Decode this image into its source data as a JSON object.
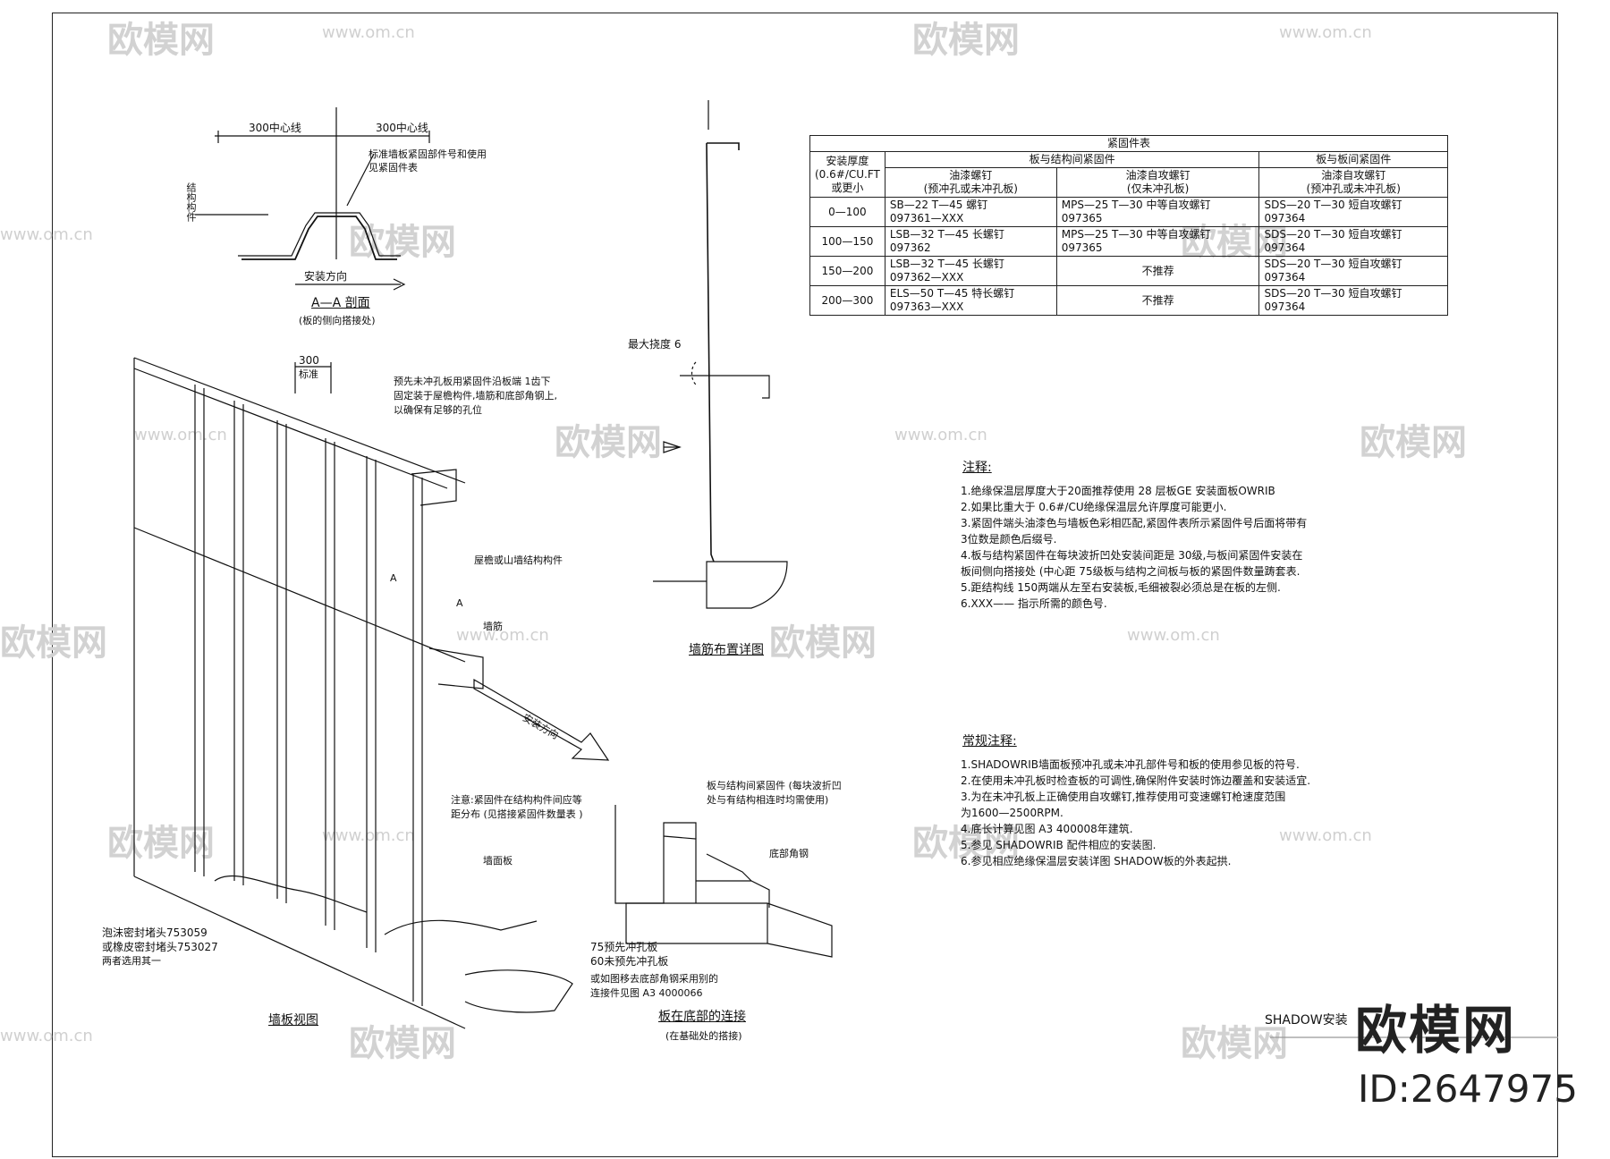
{
  "watermark": {
    "brand": "欧模网",
    "site": "www.om.cn"
  },
  "section_aa": {
    "dim_left": "300中心线",
    "dim_right": "300中心线",
    "note_line1": "标准墙板紧固部件号和使用",
    "note_line2": "见紧固件表",
    "side_label": "结构构件",
    "direction": "安装方向",
    "title": "A—A 剖面",
    "subtitle": "(板的侧向搭接处)"
  },
  "wall_view": {
    "dim_top": "300",
    "dim_top_sub": "标准",
    "note_prepunch_1": "预先未冲孔板用紧固件沿板端 1齿下",
    "note_prepunch_2": "固定装于屋檐构件,墙筋和底部角钢上,",
    "note_prepunch_3": "以确保有足够的孔位",
    "label_eave": "屋檐或山墙结构构件",
    "label_section_a1": "A",
    "label_section_a2": "A",
    "label_girt": "墙筋",
    "label_direction": "安装方向",
    "note_fastener_1": "注意:紧固件在结构构件间应等",
    "note_fastener_2": "距分布 (见搭接紧固件数量表 )",
    "label_panel": "墙面板",
    "seal_1": "泡沫密封堵头753059",
    "seal_2": "或橡皮密封堵头753027",
    "seal_3": "两者选用其一",
    "title": "墙板视图"
  },
  "base_detail": {
    "note_1": "板与结构间紧固件 (每块波折凹",
    "note_2": "处与有结构相连时均需使用)",
    "label_angle": "底部角钢",
    "label_75": "75预先冲孔板",
    "label_60": "60未预先冲孔板",
    "note_alt_1": "或如图移去底部角钢采用别的",
    "note_alt_2": "连接件见图 A3 4000066",
    "title": "板在底部的连接",
    "subtitle": "(在基础处的搭接)"
  },
  "girt_detail": {
    "label_deflection": "最大挠度 6",
    "title": "墙筋布置详图"
  },
  "fastener_table": {
    "title": "紧固件表",
    "col_thickness": [
      "安装厚度",
      "(0.6#/CU.FT",
      "或更小"
    ],
    "col_group1": "板与结构间紧固件",
    "col_group2": "板与板间紧固件",
    "sub1": [
      "油漆螺钉",
      "(预冲孔或未冲孔板)"
    ],
    "sub2": [
      "油漆自攻螺钉",
      "(仅未冲孔板)"
    ],
    "sub3": [
      "油漆自攻螺钉",
      "(预冲孔或未冲孔板)"
    ],
    "rows": [
      {
        "range": "0—100",
        "c1": [
          "SB—22 T—45 螺钉",
          "097361—XXX"
        ],
        "c2": [
          "MPS—25 T—30 中等自攻螺钉",
          "097365"
        ],
        "c3": [
          "SDS—20 T—30 短自攻螺钉",
          "097364"
        ]
      },
      {
        "range": "100—150",
        "c1": [
          "LSB—32 T—45 长螺钉",
          "097362"
        ],
        "c2": [
          "MPS—25 T—30 中等自攻螺钉",
          "097365"
        ],
        "c3": [
          "SDS—20 T—30 短自攻螺钉",
          "097364"
        ]
      },
      {
        "range": "150—200",
        "c1": [
          "LSB—32 T—45 长螺钉",
          "097362—XXX"
        ],
        "c2": [
          "不推荐"
        ],
        "c3": [
          "SDS—20 T—30 短自攻螺钉",
          "097364"
        ]
      },
      {
        "range": "200—300",
        "c1": [
          "ELS—50 T—45 特长螺钉",
          "097363—XXX"
        ],
        "c2": [
          "不推荐"
        ],
        "c3": [
          "SDS—20 T—30 短自攻螺钉",
          "097364"
        ]
      }
    ]
  },
  "notes": {
    "title": "注释:",
    "items": [
      "1.绝缘保温层厚度大于20面推荐使用   28 层板GE        安装面板OWRIB",
      "2.如果比重大于 0.6#/CU绝缘保温层允许厚度可能更小.",
      "3.紧固件端头油漆色与墙板色彩相匹配,紧固件表所示紧固件号后面将带有",
      "   3位数是颜色后缀号.",
      "4.板与结构紧固件在每块波折凹处安装间距是 30级,与板间紧固件安装在",
      "   板间侧向搭接处 (中心距   75级板与结构之间板与板的紧固件数量踌套表.",
      "5.距结构线 150两端从左至右安装板,毛细被裂必须总是在板的左侧.",
      "6.XXX—— 指示所需的颜色号."
    ]
  },
  "general_notes": {
    "title": "常规注释:",
    "items": [
      "1.SHADOWRIB墙面板预冲孔或未冲孔部件号和板的使用参见板的符号.",
      "2.在使用未冲孔板时检查板的可调性,确保附件安装时饰边覆盖和安装适宜.",
      "3.为在未冲孔板上正确使用自攻螺钉,推荐使用可变速螺钉枪速度范围",
      "   为1600—2500RPM.",
      "4.底长计算见图 A3 400008年建筑.",
      "5.参见 SHADOWRIB     配件相应的安装图.",
      "6.参见相应绝缘保温层安装详图 SHADOW板的外表起拱."
    ]
  },
  "drawing_title": "SHADOW安装",
  "logo": {
    "brand": "欧模网",
    "id": "ID:2647975"
  }
}
